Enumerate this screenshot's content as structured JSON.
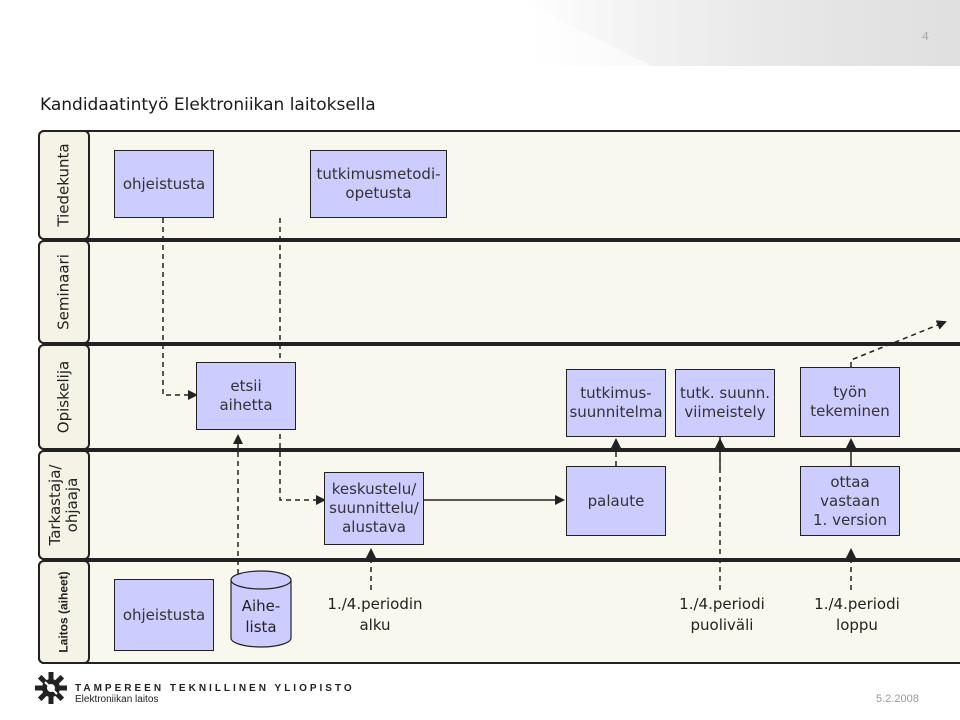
{
  "slide": {
    "number": "4",
    "title": "Kandidaatintyö Elektroniikan laitoksella"
  },
  "lanes": [
    {
      "label": "Tiedekunta"
    },
    {
      "label": "Seminaari"
    },
    {
      "label": "Opiskelija"
    },
    {
      "label": "Tarkastaja/\nohjaaja"
    },
    {
      "label": "Laitos (aiheet)"
    }
  ],
  "nodes": {
    "ohjeistusta_top": "ohjeistusta",
    "tutkimusmetodi": "tutkimusmetodi-\nopetusta",
    "etsii_aihetta": "etsii\naihetta",
    "tutkimussuunnitelma": "tutkimus-\nsuunnitelma",
    "tutk_suunn_viimeistely": "tutk. suunn.\nviimeistely",
    "tyon_tekeminen": "työn\ntekeminen",
    "keskustelu": "keskustelu/\nsuunnittelu/\nalustava",
    "palaute": "palaute",
    "ottaa_vastaan": "ottaa\nvastaan\n1. version",
    "ohjeistusta_bottom": "ohjeistusta",
    "aihelista": "Aihe-\nlista"
  },
  "timeline": {
    "alku": "1./4.periodin\nalku",
    "puolivali": "1./4.periodi\npuoliväli",
    "loppu": "1./4.periodi\nloppu"
  },
  "footer": {
    "university": "TAMPEREEN TEKNILLINEN YLIOPISTO",
    "department": "Elektroniikan laitos",
    "date": "5.2.2008"
  },
  "colors": {
    "box_fill": "#ccccff",
    "lane_fill": "#f8f8ee",
    "logo": "#222222"
  }
}
